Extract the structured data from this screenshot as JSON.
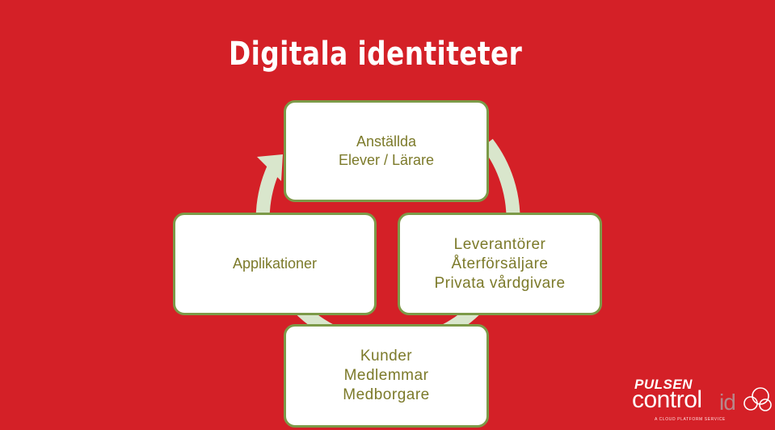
{
  "slide": {
    "title": "Digitala identiteter",
    "background_color": "#d42027"
  },
  "diagram": {
    "type": "cycle",
    "arrow_color": "#d9e6cc",
    "box_border_color": "#7c9a48",
    "text_color": "#7c7a2a",
    "nodes": {
      "top": {
        "lines": [
          "Anställda",
          "Elever / Lärare"
        ]
      },
      "right": {
        "lines": [
          "Leverantörer",
          "Återförsäljare",
          "Privata vårdgivare"
        ]
      },
      "bottom": {
        "lines": [
          "Kunder",
          "Medlemmar",
          "Medborgare"
        ]
      },
      "left": {
        "lines": [
          "Applikationer"
        ]
      }
    }
  },
  "logo": {
    "brand": "PULSEN",
    "product": "control",
    "suffix": "id",
    "tagline": "A CLOUD PLATFORM SERVICE"
  }
}
